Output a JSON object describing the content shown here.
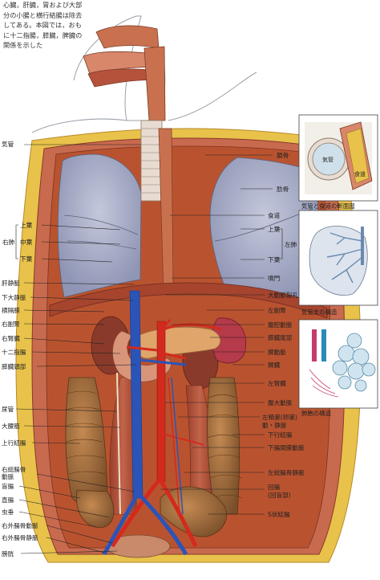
{
  "caption": [
    "心臓，肝臓，胃および大部",
    "分の小腸と横行結腸は除去",
    "してある。本図では，おも",
    "に十二指腸，膵臓，脾臓の",
    "関係を示した"
  ],
  "left_labels": {
    "trachea": "気管",
    "right_lung": "右肺",
    "upper_lobe": "上葉",
    "middle_lobe": "中葉",
    "lower_lobe": "下葉",
    "hepatic_vein": "肝静脈",
    "ivc": "下大静脈",
    "diaphragm": "横隔膜",
    "right_adrenal": "右副腎",
    "right_kidney": "右腎臓",
    "duodenum": "十二指腸",
    "pancreas_head": "膵臓頭部",
    "ureter": "尿管",
    "psoas": "大腰筋",
    "ascending_colon": "上行結腸",
    "right_iliac_artery": "右総腸骨",
    "right_iliac_artery_2": "動脈",
    "cecum": "盲腸",
    "rectum": "直腸",
    "appendix": "虫垂",
    "right_ext_iliac_artery": "右外腸骨動脈",
    "right_ext_iliac_vein": "右外腸骨静脈",
    "bladder": "膀胱"
  },
  "right_labels": {
    "clavicle": "鎖骨",
    "rib": "肋骨",
    "esophagus": "食道",
    "left_lung": "左肺",
    "upper_lobe": "上葉",
    "lower_lobe": "下葉",
    "cardia": "噴門",
    "aortic_hiatus": "大動脈裂孔",
    "left_adrenal": "左副腎",
    "celiac_artery": "腹腔動脈",
    "pancreas_tail": "膵臓尾部",
    "splenic_artery": "脾動脈",
    "spleen": "脾臓",
    "left_kidney": "左腎臓",
    "aorta": "腹大動脈",
    "left_gonadal": "左精巣(卵巣)",
    "left_gonadal_2": "動・静脈",
    "descending_colon": "下行結腸",
    "ima": "下腸間膜動脈",
    "left_iliac_vein": "左総腸骨静脈",
    "ileum": "回腸",
    "ileum_2": "(回盲部)",
    "sigmoid": "S状結腸"
  },
  "insets": {
    "trachea_section_caption": "気管と食道の断面図",
    "trachea_text": "気管",
    "esophagus_text": "食道",
    "bronchial_tree_caption": "気管支の構造",
    "alveoli_caption": "肺胞の構造"
  },
  "colors": {
    "artery": "#d42a1e",
    "vein": "#2a54b8",
    "lung": "#a9afc9",
    "muscle": "#b5523c",
    "fat": "#e8c24a",
    "colon": "#9c6a3a",
    "spleen": "#b53a4a",
    "pancreas": "#e0a56a",
    "kidney": "#8a3a2a"
  }
}
